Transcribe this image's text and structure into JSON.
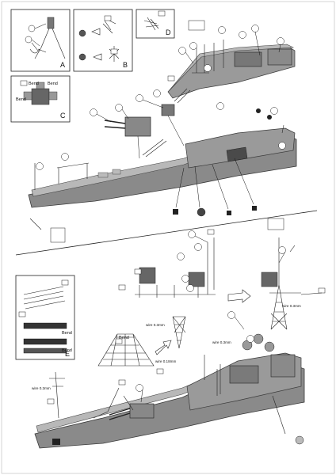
{
  "insets": {
    "a": {
      "letter": "A"
    },
    "b": {
      "letter": "B"
    },
    "c": {
      "letter": "C",
      "bend_labels": [
        "Bend",
        "Bend",
        "Bend"
      ]
    },
    "d": {
      "letter": "D"
    },
    "e": {
      "letter": "E",
      "bend_labels": [
        "Bend",
        "Bend"
      ]
    }
  },
  "wire_labels": {
    "mast_right": "wire 0.3mm",
    "mast_left": "wire 0.3mm",
    "upper_mid": "wire 0.3mm",
    "lower_mid": "wire 0.18mm",
    "forward": "wire 0.3mm"
  },
  "lattice_bend": "Bend",
  "colors": {
    "hull": "#8a8a8a",
    "deck": "#b8b8b8",
    "ink": "#111111",
    "frame": "#222222"
  }
}
